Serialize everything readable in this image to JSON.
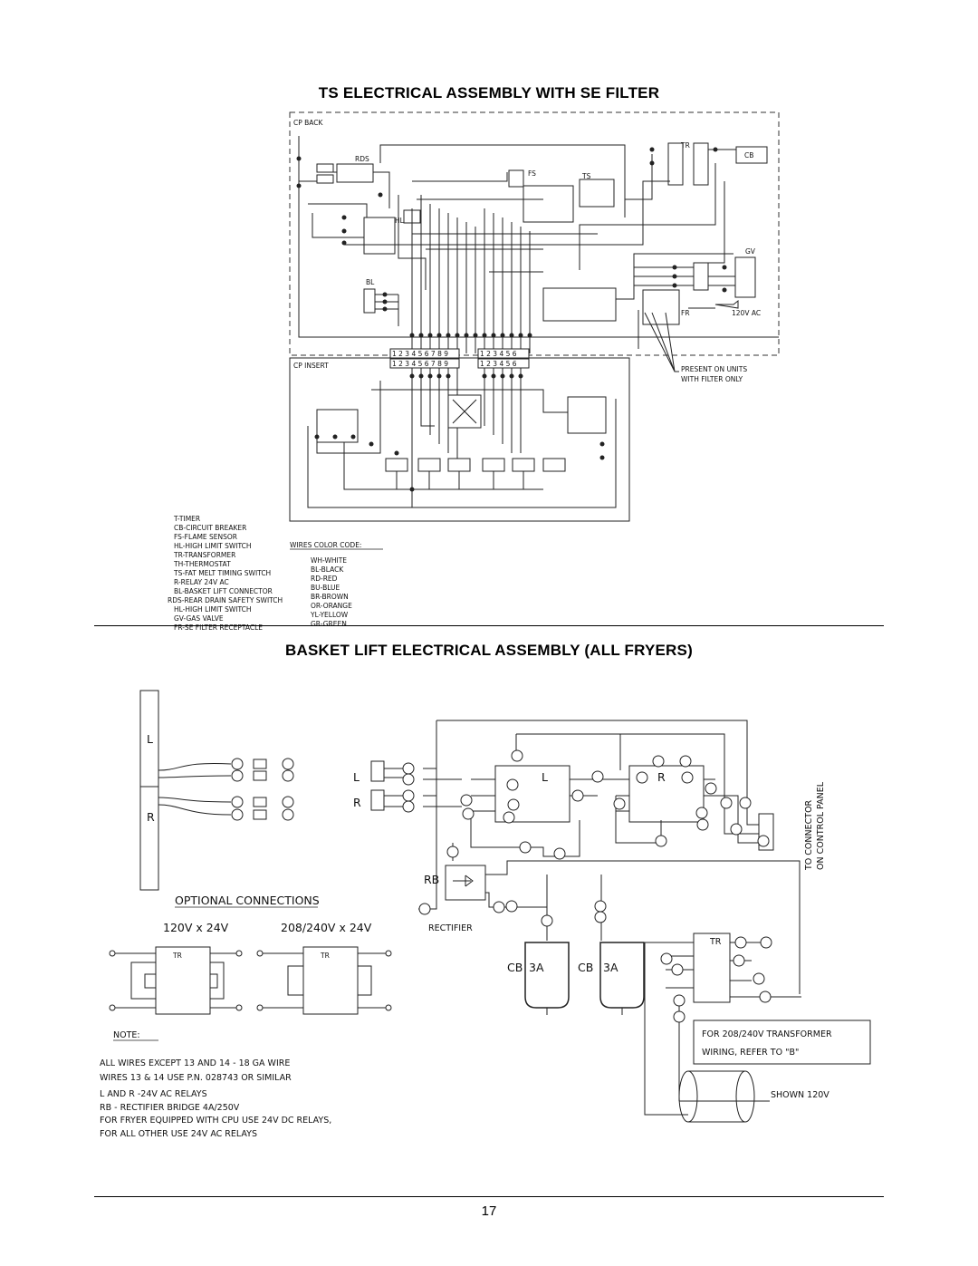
{
  "page": {
    "title_top": "TS ELECTRICAL ASSEMBLY WITH SE FILTER",
    "title_bottom": "BASKET  LIFT ELECTRICAL ASSEMBLY (ALL FRYERS)",
    "page_number": "17"
  },
  "diagram1": {
    "cp_back": "CP BACK",
    "cp_insert": "CP INSERT",
    "rds": "RDS",
    "fs": "FS",
    "ts": "TS",
    "hl": "HL",
    "bl": "BL",
    "gv": "GV",
    "cb": "CB",
    "tr": "TR",
    "fr": "FR",
    "v120ac": "120V AC",
    "terminal_row": "1 2 3 4 5 6 7 8 9",
    "terminal_row2": "1 2 3 4 5 6",
    "present_note_1": "PRESENT ON UNITS",
    "present_note_2": "WITH FILTER ONLY",
    "legend": [
      "T-TIMER",
      "CB-CIRCUIT BREAKER",
      "FS-FLAME SENSOR",
      "HL-HIGH LIMIT SWITCH",
      "TR-TRANSFORMER",
      "TH-THERMOSTAT",
      "TS-FAT MELT TIMING SWITCH",
      "R-RELAY 24V AC",
      "BL-BASKET LIFT CONNECTOR",
      "RDS-REAR DRAIN SAFETY SWITCH",
      "HL-HIGH LIMIT SWITCH",
      "GV-GAS VALVE",
      "FR-SE FILTER RECEPTACLE"
    ],
    "color_code_title": "WIRES COLOR CODE:",
    "color_codes": [
      "WH-WHITE",
      "BL-BLACK",
      "RD-RED",
      "BU-BLUE",
      "BR-BROWN",
      "OR-ORANGE",
      "YL-YELLOW",
      "GR-GREEN"
    ]
  },
  "diagram2": {
    "label_l": "L",
    "label_r": "R",
    "optional": "OPTIONAL  CONNECTIONS",
    "v120": "120V  x  24V",
    "v208": "208/240V  x  24V",
    "rb": "RB",
    "rectifier": "RECTIFIER",
    "cb": "CB",
    "cb_amp": "3A",
    "tr": "TR",
    "side_1": "TO  CONNECTOR",
    "side_2": "ON  CONTROL  PANEL",
    "box_1": "FOR  208/240V  TRANSFORMER",
    "box_2": "WIRING,  REFER  TO  \"B\"",
    "shown": "SHOWN  120V",
    "note_title": "NOTE:",
    "notes": [
      "ALL  WIRES  EXCEPT  13  AND  14  -  18  GA  WIRE",
      "WIRES  13  &  14  USE  P.N.  028743  OR  SIMILAR",
      "L  AND  R  -24V  AC  RELAYS",
      "RB  -  RECTIFIER  BRIDGE  4A/250V",
      "FOR  FRYER  EQUIPPED  WITH  CPU  USE  24V  DC  RELAYS,",
      "FOR  ALL  OTHER   USE  24V  AC  RELAYS"
    ]
  }
}
